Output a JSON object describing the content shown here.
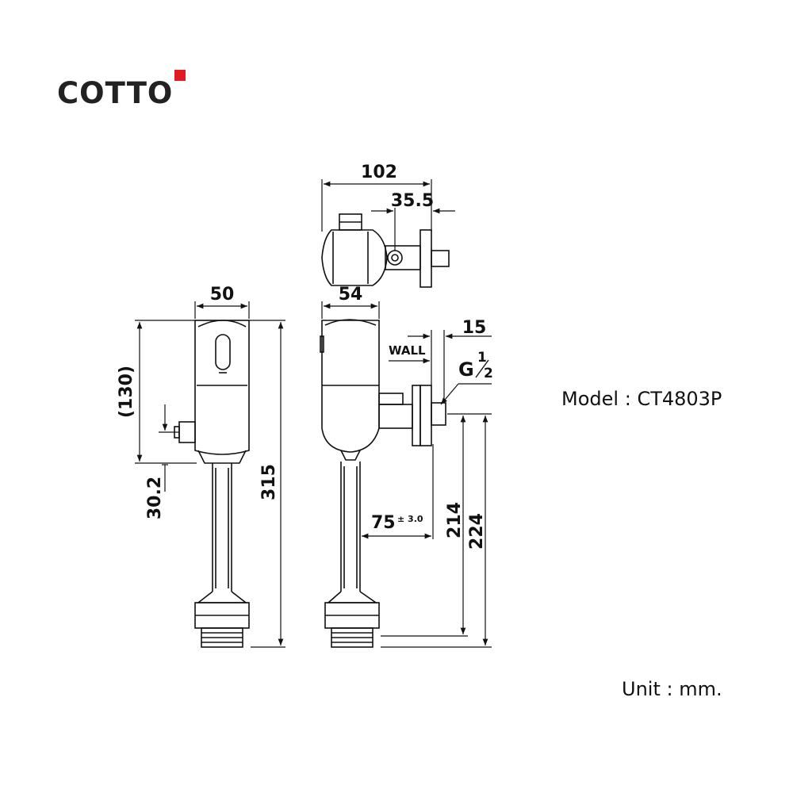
{
  "brand": {
    "name": "COTTO",
    "accent_color": "#e01b22"
  },
  "model": {
    "label": "Model",
    "separator": ":",
    "value": "CT4803P"
  },
  "unit": {
    "label": "Unit",
    "separator": ":",
    "value": "mm."
  },
  "dimensions": {
    "top_width": "102",
    "top_offset": "35.5",
    "front_width": "50",
    "front_height_body": "(130)",
    "front_height_total": "315",
    "front_side_offset": "30.2",
    "side_width": "54",
    "wall_thickness": "15",
    "wall_label": "WALL",
    "thread": "G",
    "thread_fraction_num": "1",
    "thread_fraction_den": "2",
    "projection": "75",
    "projection_tolerance": "± 3.0",
    "height_inlet": "214",
    "height_total": "224"
  }
}
